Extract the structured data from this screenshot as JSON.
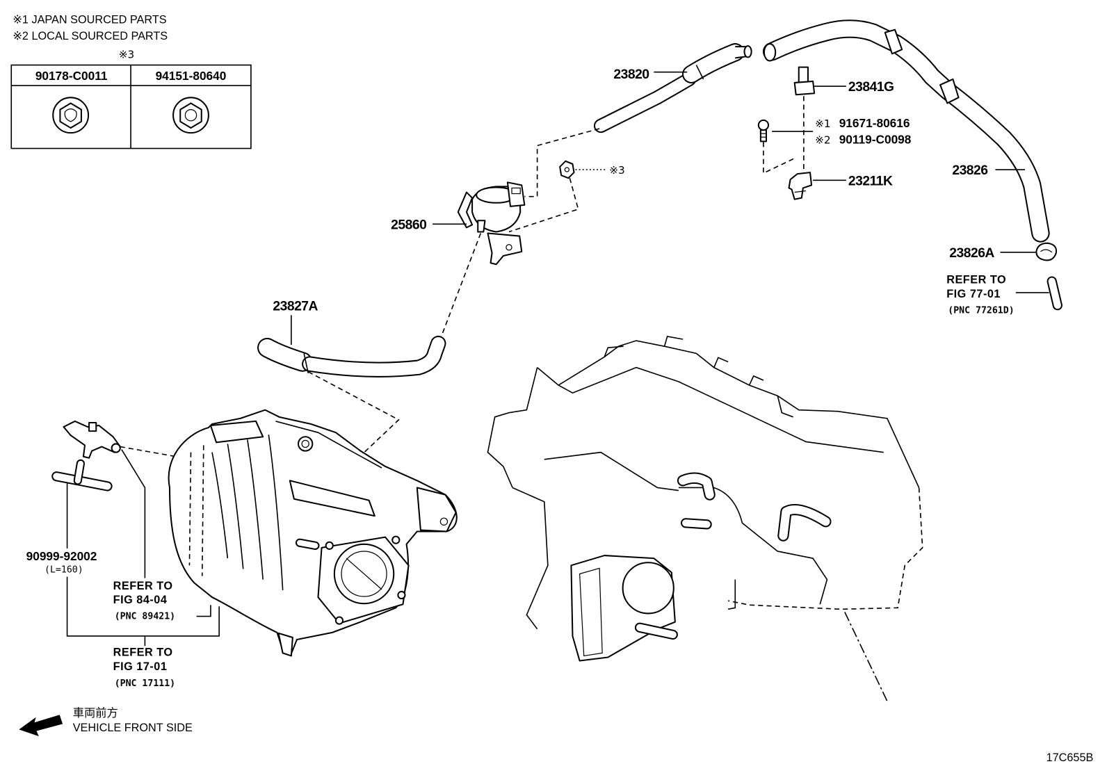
{
  "header_notes": {
    "note_1": "※1 JAPAN SOURCED PARTS",
    "note_2": "※2 LOCAL SOURCED PARTS"
  },
  "nut_table": {
    "marker": "※3",
    "col_1": "90178-C0011",
    "col_2": "94151-80640"
  },
  "callouts": {
    "hose_23820": "23820",
    "fitting_23841G": "23841G",
    "bolt_1_marker": "※1",
    "bolt_1_number": "91671-80616",
    "bolt_2_marker": "※2",
    "bolt_2_number": "90119-C0098",
    "nut_marker": "※3",
    "bracket_23211K": "23211K",
    "hose_23826": "23826",
    "vsv_25860": "25860",
    "clip_23826A": "23826A",
    "hose_23827A": "23827A",
    "hose_90999": "90999-92002",
    "hose_90999_length": "(L=160)"
  },
  "references": {
    "fig_77_01": {
      "line_1": "REFER TO",
      "line_2": "FIG 77-01",
      "pnc": "(PNC 77261D)"
    },
    "fig_84_04": {
      "line_1": "REFER TO",
      "line_2": "FIG 84-04",
      "pnc": "(PNC 89421)"
    },
    "fig_17_01": {
      "line_1": "REFER TO",
      "line_2": "FIG 17-01",
      "pnc": "(PNC 17111)"
    }
  },
  "direction": {
    "japanese": "車両前方",
    "english": "VEHICLE FRONT SIDE"
  },
  "figure_code": "17C655B"
}
